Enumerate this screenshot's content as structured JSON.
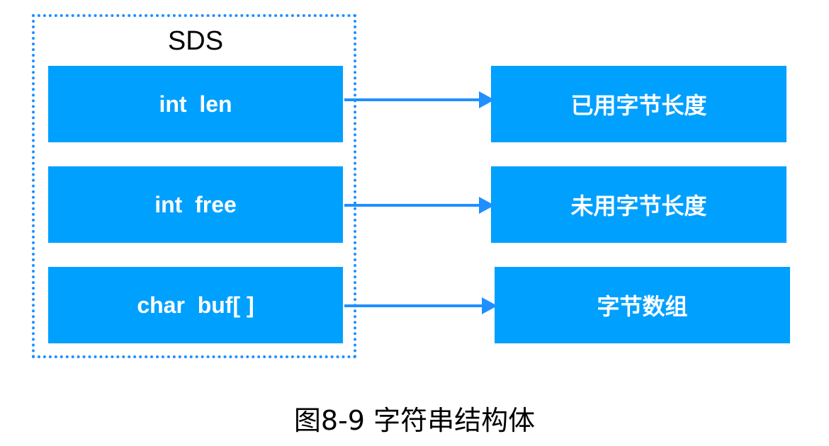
{
  "title": "SDS",
  "fields": [
    {
      "label": "int  len"
    },
    {
      "label": "int  free"
    },
    {
      "label": "char  buf[ ]"
    }
  ],
  "descriptions": [
    {
      "label": "已用字节长度"
    },
    {
      "label": "未用字节长度"
    },
    {
      "label": "字节数组"
    }
  ],
  "caption": "图8-9  字符串结构体",
  "colors": {
    "box": "#00a0ff",
    "arrow": "#1e90ff",
    "frame": "#1e90ff"
  }
}
